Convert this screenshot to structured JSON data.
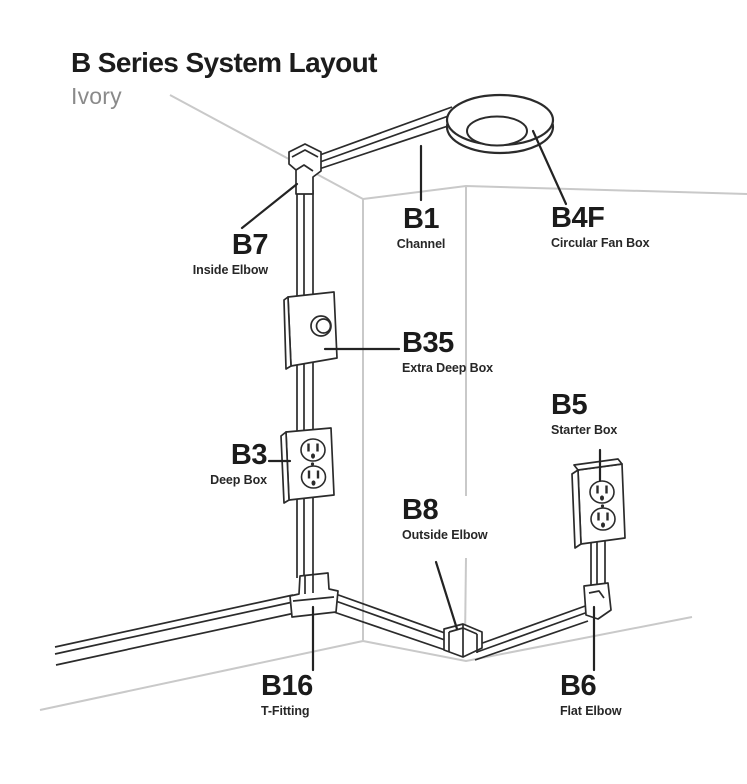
{
  "header": {
    "title": "B Series System Layout",
    "subtitle": "Ivory"
  },
  "labels": [
    {
      "part": "B7",
      "name": "Inside Elbow"
    },
    {
      "part": "B1",
      "name": "Channel"
    },
    {
      "part": "B4F",
      "name": "Circular Fan Box"
    },
    {
      "part": "B35",
      "name": "Extra Deep Box"
    },
    {
      "part": "B3",
      "name": "Deep Box"
    },
    {
      "part": "B5",
      "name": "Starter Box"
    },
    {
      "part": "B8",
      "name": "Outside Elbow"
    },
    {
      "part": "B16",
      "name": "T-Fitting"
    },
    {
      "part": "B6",
      "name": "Flat Elbow"
    }
  ],
  "colors": {
    "line": "#2b2b2b",
    "wall": "#c9c9c9",
    "text": "#1b1b1b",
    "subtitle_text": "#8a8a8a",
    "background": "#ffffff"
  }
}
